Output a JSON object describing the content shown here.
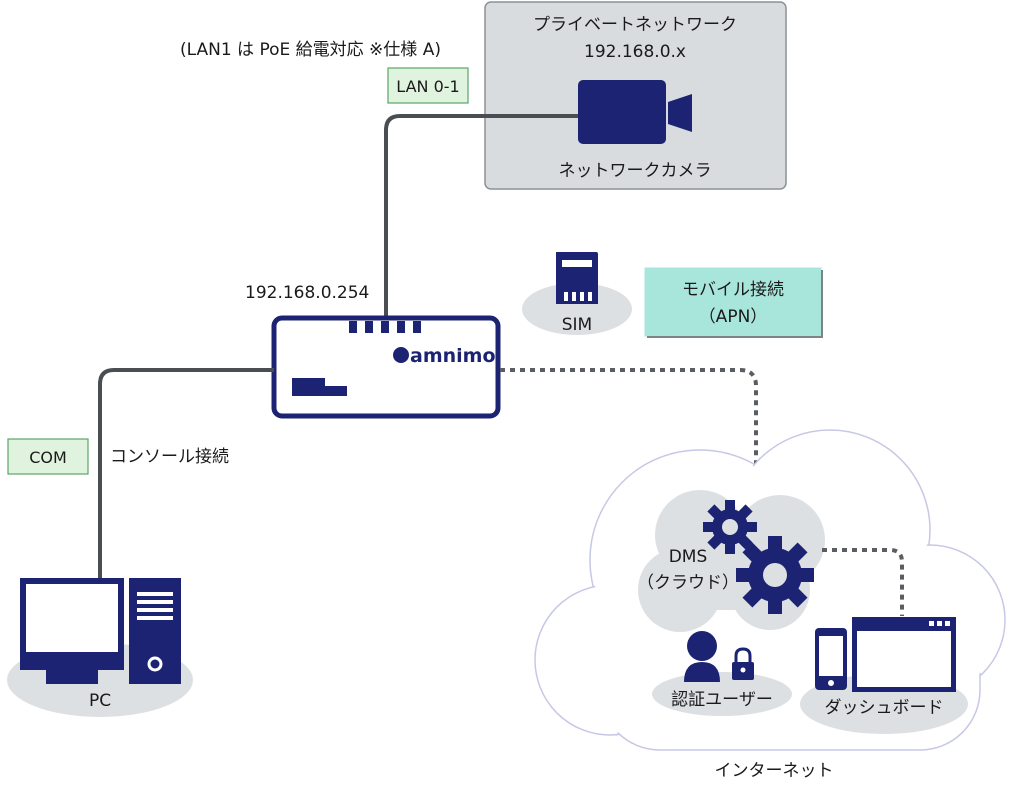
{
  "private_network": {
    "title": "プライベートネットワーク",
    "subnet": "192.168.0.x",
    "camera_label": "ネットワークカメラ"
  },
  "poe_note": "(LAN1 は PoE 給電対応 ※仕様 A)",
  "lan_tag": "LAN 0-1",
  "router": {
    "ip": "192.168.0.254",
    "brand": "amnimo"
  },
  "sim_label": "SIM",
  "mobile": {
    "line1": "モバイル接続",
    "line2": "（APN）"
  },
  "com_tag": "COM",
  "console_label": "コンソール接続",
  "pc_label": "PC",
  "cloud": {
    "dms_line1": "DMS",
    "dms_line2": "（クラウド）",
    "auth_label": "認証ユーザー",
    "dashboard_label": "ダッシュボード",
    "internet_label": "インターネット"
  },
  "colors": {
    "navy": "#1c2372",
    "gray_fill": "#dde0e2",
    "box_fill": "#d9dcde",
    "box_stroke": "#8c9194",
    "tag_green": "#dff3df",
    "tag_green_stroke": "#5aa46a",
    "mobile_fill": "#a8e6dc",
    "line": "#4a4e52"
  }
}
